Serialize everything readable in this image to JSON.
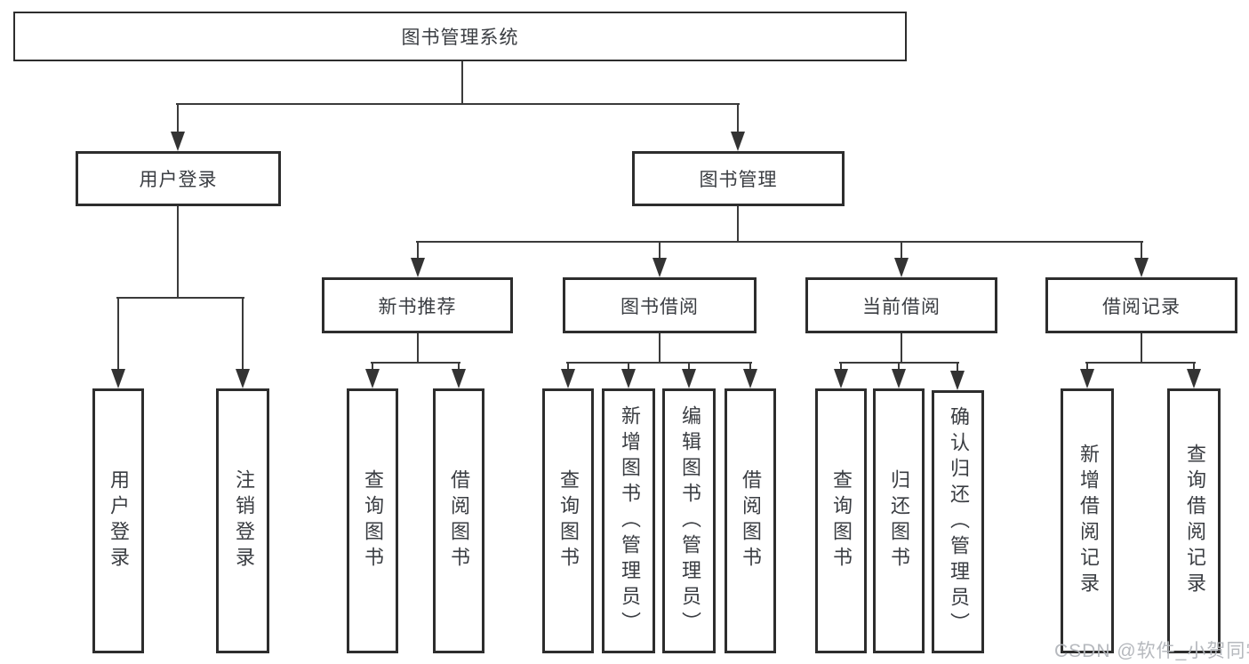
{
  "tree": {
    "root": {
      "label": "图书管理系统"
    },
    "branches": [
      {
        "label": "用户登录",
        "leaves": [
          {
            "label": "用户登录"
          },
          {
            "label": "注销登录"
          }
        ]
      },
      {
        "label": "图书管理",
        "groups": [
          {
            "label": "新书推荐",
            "leaves": [
              {
                "label": "查询图书"
              },
              {
                "label": "借阅图书"
              }
            ]
          },
          {
            "label": "图书借阅",
            "leaves": [
              {
                "label": "查询图书"
              },
              {
                "label": "新增图书（管理员）"
              },
              {
                "label": "编辑图书（管理员）"
              },
              {
                "label": "借阅图书"
              }
            ]
          },
          {
            "label": "当前借阅",
            "leaves": [
              {
                "label": "查询图书"
              },
              {
                "label": "归还图书"
              },
              {
                "label": "确认归还（管理员）"
              }
            ]
          },
          {
            "label": "借阅记录",
            "leaves": [
              {
                "label": "新增借阅记录"
              },
              {
                "label": "查询借阅记录"
              }
            ]
          }
        ]
      }
    ]
  },
  "watermark": {
    "text": "CSDN @软件_小贺同学"
  },
  "colors": {
    "background": "#ffffff",
    "box_border": "#2d2d2d",
    "connector_line": "#3b3b3b",
    "text": "#3a3d42",
    "watermark_text": "#b3b6bb"
  }
}
